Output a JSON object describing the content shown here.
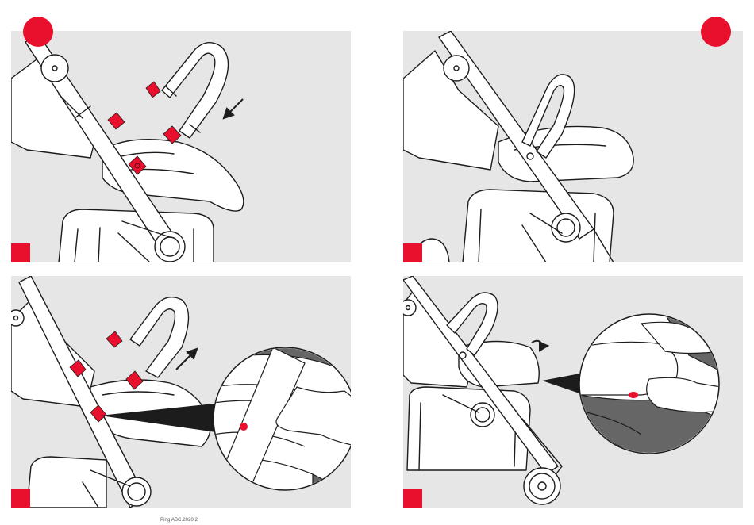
{
  "page": {
    "footer": "Ping ABC.2020.2"
  },
  "colors": {
    "accent_red": "#e8102d",
    "panel_bg": "#e6e6e6",
    "line": "#1c1c1c",
    "hand_shadow": "#666666"
  },
  "panels": [
    {
      "id": "panel-top-left",
      "depicts": "bumper-bar-insert",
      "arrow": "arrow-down-left-icon"
    },
    {
      "id": "panel-top-right",
      "depicts": "bumper-bar-attached"
    },
    {
      "id": "panel-bottom-left",
      "depicts": "bumper-bar-remove",
      "arrow": "arrow-up-right-icon",
      "detail": "release-button-zoom"
    },
    {
      "id": "panel-bottom-right",
      "depicts": "bumper-bar-swing-open",
      "arrow": "curved-arrow-icon",
      "detail": "release-button-zoom"
    }
  ]
}
